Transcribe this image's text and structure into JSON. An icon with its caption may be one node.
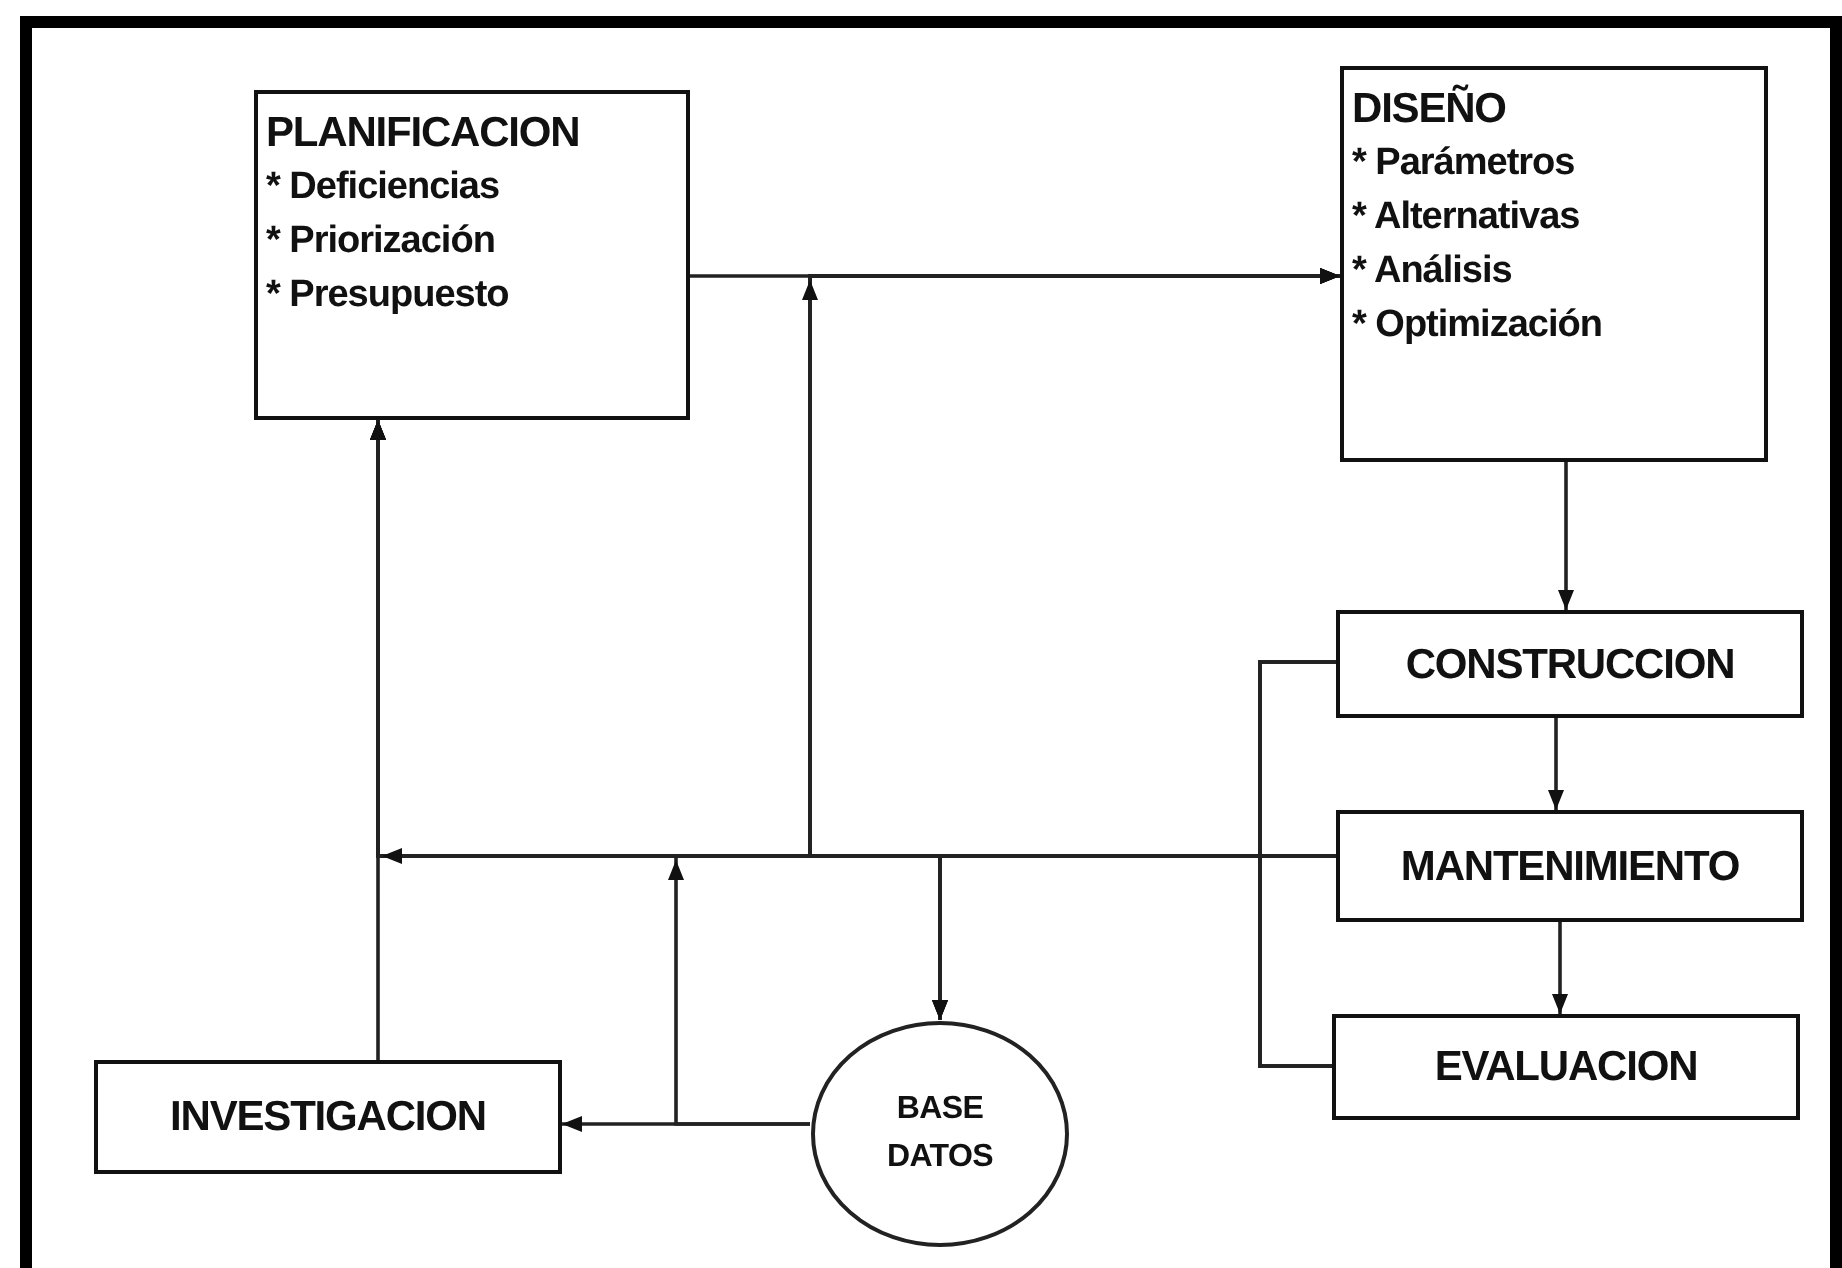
{
  "diagram": {
    "nodes": [
      {
        "text": [
          "PLANIFICACION",
          "* Deficiencias",
          "* Priorización",
          "* Presupuesto"
        ]
      },
      {
        "text": [
          "DISEÑO",
          "* Parámetros",
          "* Alternativas",
          "* Análisis",
          "* Optimización"
        ]
      },
      {
        "text": [
          "CONSTRUCCION"
        ]
      },
      {
        "text": [
          "MANTENIMIENTO"
        ]
      },
      {
        "text": [
          "EVALUACION"
        ]
      },
      {
        "text": [
          "INVESTIGACION"
        ]
      },
      {
        "text": [
          "BASE DATOS"
        ]
      }
    ],
    "edges": [
      {
        "from": 0,
        "to": 1,
        "arrow": "to"
      },
      {
        "from": 5,
        "to": 0,
        "arrow": "to"
      },
      {
        "from": 6,
        "to": 5,
        "arrow": "to"
      },
      {
        "from": 6,
        "to": 0,
        "arrow": "to"
      },
      {
        "from": 2,
        "to": 0,
        "arrow": "to"
      },
      {
        "from": 3,
        "to": 0,
        "arrow": "to"
      },
      {
        "from": 4,
        "to": 0,
        "arrow": "to"
      },
      {
        "from": 2,
        "to": 1,
        "arrow": "to"
      },
      {
        "from": 3,
        "to": 1,
        "arrow": "to"
      },
      {
        "from": 4,
        "to": 1,
        "arrow": "to"
      },
      {
        "from": 2,
        "to": 6,
        "arrow": "to"
      },
      {
        "from": 3,
        "to": 6,
        "arrow": "to"
      },
      {
        "from": 4,
        "to": 6,
        "arrow": "to"
      },
      {
        "from": 1,
        "to": 2,
        "arrow": "to"
      },
      {
        "from": 2,
        "to": 3,
        "arrow": "to"
      },
      {
        "from": 3,
        "to": 4,
        "arrow": "to"
      }
    ]
  }
}
